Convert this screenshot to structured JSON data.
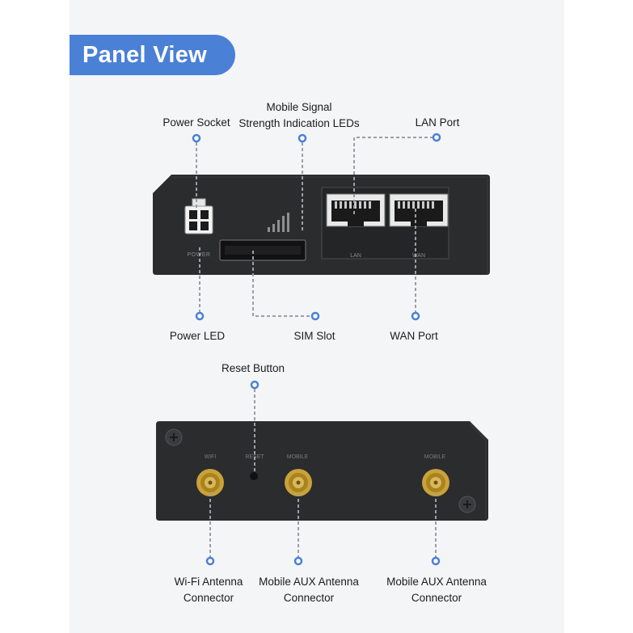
{
  "title": "Panel View",
  "front_panel": {
    "device_labels": {
      "power": "POWER",
      "lan": "LAN",
      "wan": "WAN"
    },
    "callouts": {
      "power_socket": "Power Socket",
      "signal_leds_line1": "Mobile Signal",
      "signal_leds_line2": "Strength Indication LEDs",
      "lan_port": "LAN Port",
      "power_led": "Power LED",
      "sim_slot": "SIM Slot",
      "wan_port": "WAN Port"
    }
  },
  "back_panel": {
    "device_labels": {
      "wifi": "WIFI",
      "reset": "RESET",
      "mobile": "MOBILE",
      "mobile2": "MOBILE"
    },
    "callouts": {
      "reset_button": "Reset Button",
      "wifi_line1": "Wi-Fi Antenna",
      "wifi_line2": "Connector",
      "mobile_aux1_line1": "Mobile AUX Antenna",
      "mobile_aux1_line2": "Connector",
      "mobile_aux2_line1": "Mobile AUX Antenna",
      "mobile_aux2_line2": "Connector"
    }
  },
  "colors": {
    "accent": "#4a80d6",
    "device": "#2b2c2e",
    "leader": "#9aa0a6",
    "antenna": "#c9a23a"
  }
}
